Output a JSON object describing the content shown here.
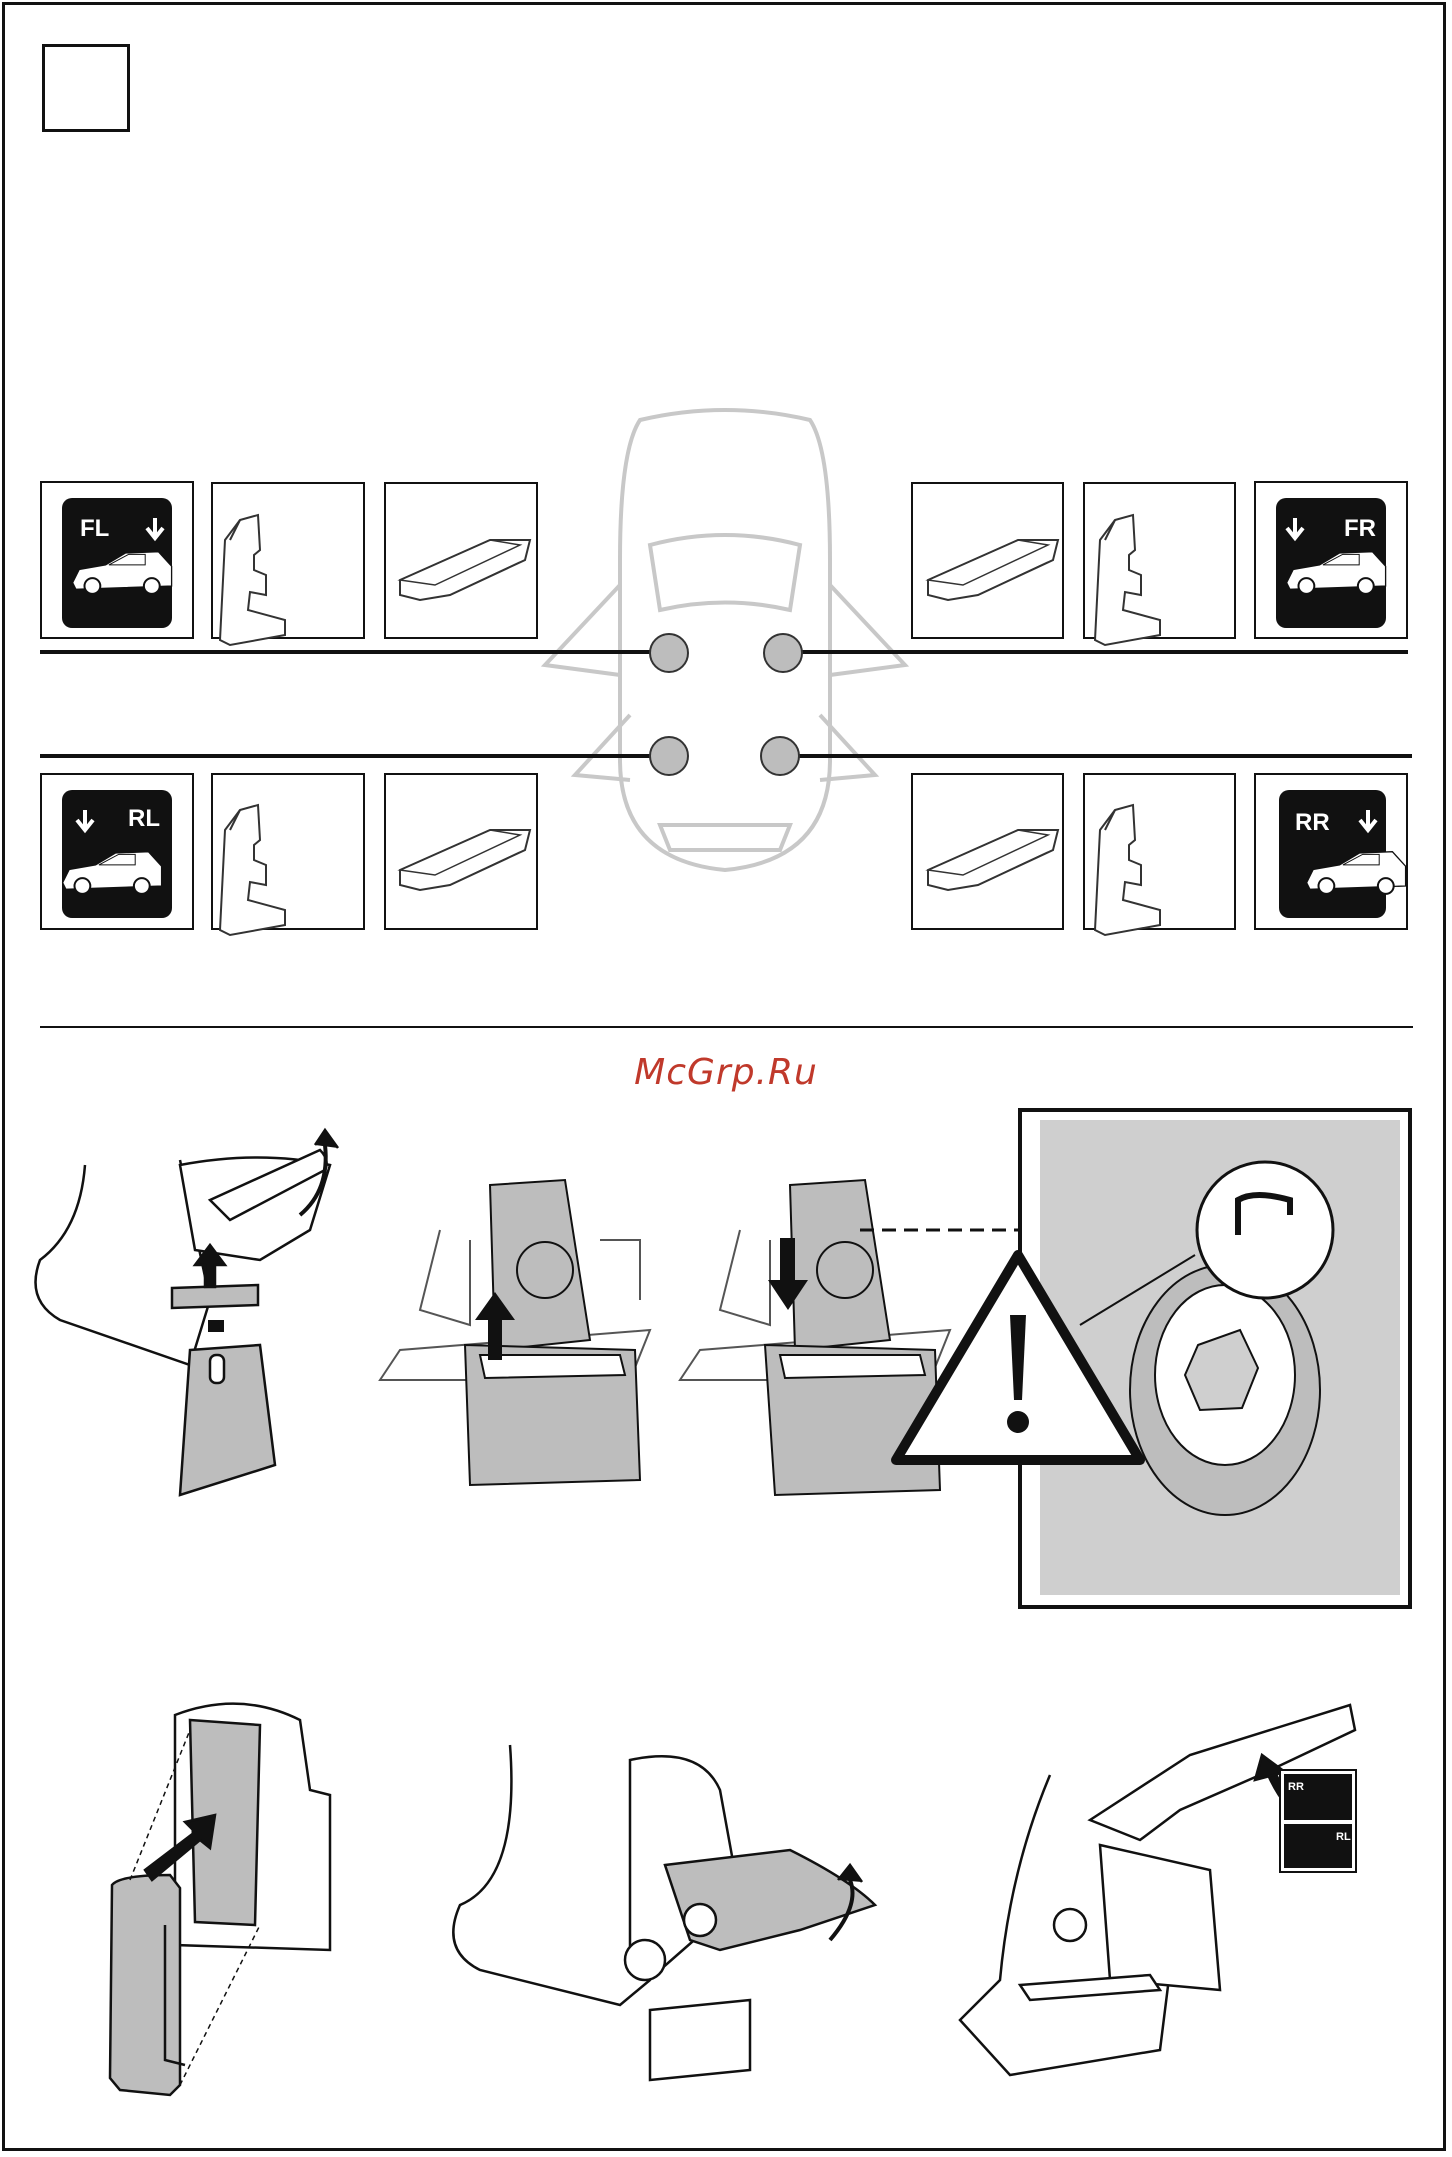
{
  "watermark": "McGrp.Ru",
  "positions": {
    "fl": "FL",
    "fr": "FR",
    "rl": "RL",
    "rr": "RR"
  },
  "mini_sticker": {
    "top": "RR",
    "bottom": "RL"
  },
  "icons": [
    "car-top-view",
    "warning-triangle-icon",
    "arrow-up-icon",
    "arrow-down-icon",
    "curved-arrow-icon"
  ],
  "colors": {
    "line": "#111111",
    "fill_gray": "#bdbdbd",
    "light_gray": "#cfcfcf",
    "watermark": "#c0392b"
  }
}
